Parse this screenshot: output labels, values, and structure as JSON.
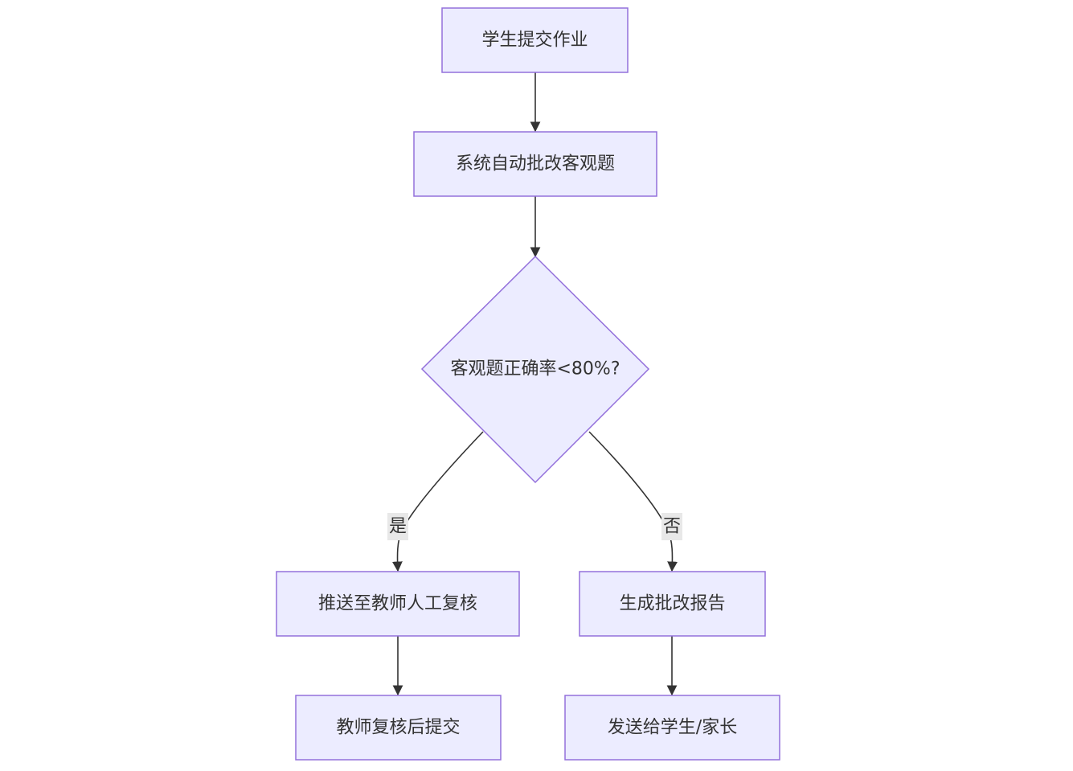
{
  "colors": {
    "node_fill": "#ececff",
    "node_stroke": "#9370db",
    "edge": "#333333",
    "label_bg": "#e8e8e8",
    "text": "#333333"
  },
  "nodes": {
    "submit": "学生提交作业",
    "autograde": "系统自动批改客观题",
    "decision": "客观题正确率<80%?",
    "teacher_review": "推送至教师人工复核",
    "report": "生成批改报告",
    "teacher_submit": "教师复核后提交",
    "send": "发送给学生/家长"
  },
  "edge_labels": {
    "yes": "是",
    "no": "否"
  }
}
